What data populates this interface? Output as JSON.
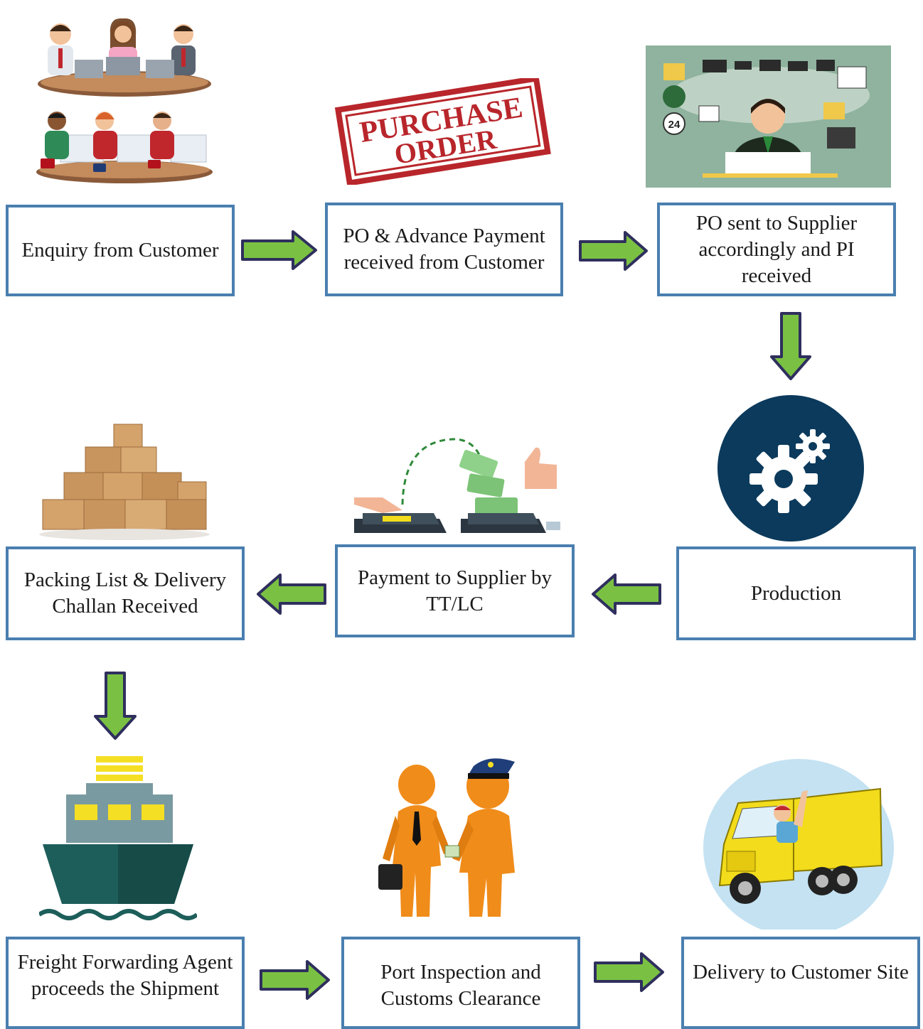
{
  "colors": {
    "box_border": "#4a7fb0",
    "arrow_fill": "#7ac143",
    "arrow_outline": "#2f2f5e",
    "stamp_red": "#b8262b",
    "gear_bg": "#0b3a5c",
    "truck_yellow": "#f2dc1b",
    "ship_hull": "#1d5e5a"
  },
  "steps": [
    {
      "label": "Enquiry from Customer",
      "icon": "call-center-icon"
    },
    {
      "label": "PO & Advance Payment received from Customer",
      "icon": "purchase-order-stamp-icon"
    },
    {
      "label": "PO sent to Supplier accordingly and PI received",
      "icon": "logistics-agent-icon"
    },
    {
      "label": "Production",
      "icon": "gears-icon"
    },
    {
      "label": "Payment to Supplier by TT/LC",
      "icon": "payment-transfer-icon"
    },
    {
      "label": "Packing List & Delivery Challan Received",
      "icon": "cardboard-boxes-icon"
    },
    {
      "label": "Freight Forwarding Agent proceeds the Shipment",
      "icon": "cargo-ship-icon"
    },
    {
      "label": "Port Inspection and Customs Clearance",
      "icon": "customs-officers-icon"
    },
    {
      "label": "Delivery to Customer Site",
      "icon": "delivery-truck-icon"
    }
  ],
  "stamp": {
    "line1": "PURCHASE",
    "line2": "ORDER"
  },
  "badge_24": "24",
  "arrows": [
    {
      "from": "Enquiry from Customer",
      "direction": "right"
    },
    {
      "from": "PO & Advance Payment received from Customer",
      "direction": "right"
    },
    {
      "from": "PO sent to Supplier accordingly and PI received",
      "direction": "down"
    },
    {
      "from": "Production",
      "direction": "left"
    },
    {
      "from": "Payment to Supplier by TT/LC",
      "direction": "left"
    },
    {
      "from": "Packing List & Delivery Challan Received",
      "direction": "down"
    },
    {
      "from": "Freight Forwarding Agent proceeds the Shipment",
      "direction": "right"
    },
    {
      "from": "Port Inspection and Customs Clearance",
      "direction": "right"
    }
  ]
}
